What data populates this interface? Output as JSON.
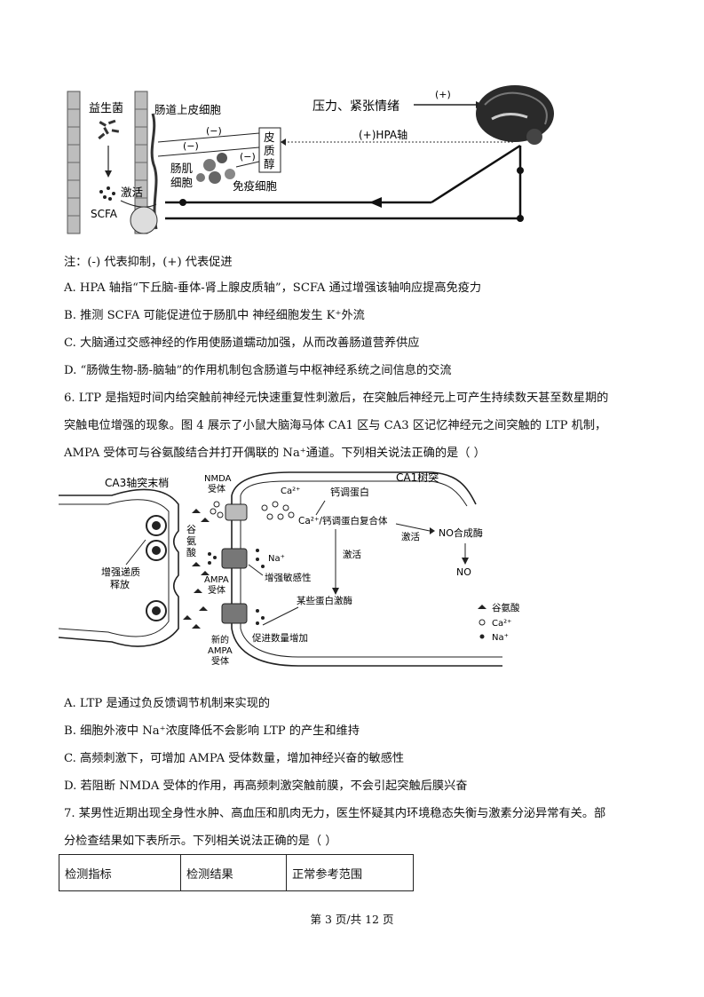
{
  "figure1": {
    "probiotic": "益生菌",
    "epithelial": "肠道上皮细胞",
    "muscle_line1": "肠肌",
    "muscle_line2": "细胞",
    "activate": "激活",
    "scfa": "SCFA",
    "cortisol_1": "皮",
    "cortisol_2": "质",
    "cortisol_3": "醇",
    "immune": "免疫细胞",
    "stress": "压力、紧张情绪",
    "plus": "(+)",
    "minus": "(−)",
    "hpa": "(+)HPA轴"
  },
  "note": "注：(-) 代表抑制，(+) 代表促进",
  "q5_options": [
    "A. HPA 轴指“下丘脑-垂体-肾上腺皮质轴”，SCFA 通过增强该轴响应提高免疫力",
    "B.  推测 SCFA 可能促进位于肠肌中   神经细胞发生 K⁺外流",
    "C. 大脑通过交感神经的作用使肠道蠕动加强，从而改善肠道营养供应",
    "D. “肠微生物-肠-脑轴”的作用机制包含肠道与中枢神经系统之间信息的交流"
  ],
  "q6_stem": [
    "6. LTP 是指短时间内给突触前神经元快速重复性刺激后，在突触后神经元上可产生持续数天甚至数星期的",
    "突触电位增强的现象。图 4 展示了小鼠大脑海马体 CA1 区与 CA3 区记忆神经元之间突触的 LTP 机制，",
    "AMPA 受体可与谷氨酸结合并打开偶联的 Na⁺通道。下列相关说法正确的是（      ）"
  ],
  "figure2": {
    "ca3": "CA3轴突末梢",
    "ca1": "CA1树突",
    "nmda_1": "NMDA",
    "nmda_2": "受体",
    "ca": "Ca²⁺",
    "calmodulin": "钙调蛋白",
    "complex": "Ca²⁺/钙调蛋白复合体",
    "activate": "激活",
    "nos": "NO合成酶",
    "no": "NO",
    "glu_1": "谷",
    "glu_2": "氨",
    "glu_3": "酸",
    "na": "Na⁺",
    "ampa_1": "AMPA",
    "ampa_2": "受体",
    "sensitivity": "增强敏感性",
    "activate2": "激活",
    "release_1": "增强递质",
    "release_2": "释放",
    "kinase": "某些蛋白激酶",
    "new_1": "新的",
    "new_2": "AMPA",
    "new_3": "受体",
    "increase": "促进数量增加",
    "legend_glu": "谷氨酸",
    "legend_ca": "Ca²⁺",
    "legend_na": "Na⁺"
  },
  "q6_options": [
    "A. LTP 是通过负反馈调节机制来实现的",
    "B.  细胞外液中  Na⁺浓度降低不会影响 LTP 的产生和维持",
    "C. 高频刺激下，可增加 AMPA 受体数量，增加神经兴奋的敏感性",
    "D. 若阻断 NMDA 受体的作用，再高频刺激突触前膜，不会引起突触后膜兴奋"
  ],
  "q7_stem": [
    "7. 某男性近期出现全身性水肿、高血压和肌肉无力，医生怀疑其内环境稳态失衡与激素分泌异常有关。部",
    "分检查结果如下表所示。下列相关说法正确的是（      ）"
  ],
  "table": {
    "headers": [
      "检测指标",
      "检测结果",
      "正常参考范围"
    ]
  },
  "footer": "第 3 页/共 12 页"
}
